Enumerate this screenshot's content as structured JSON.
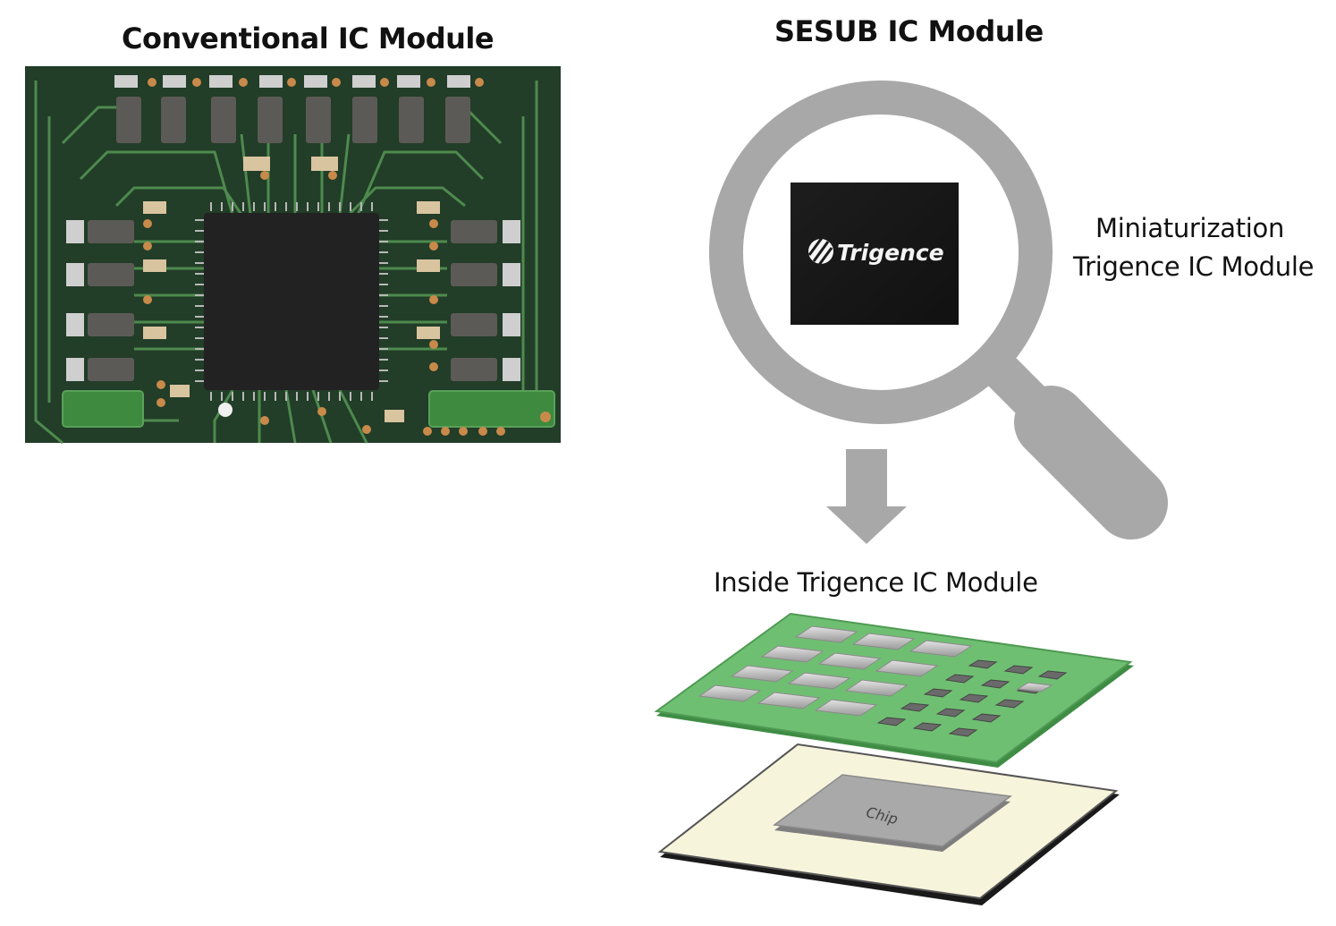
{
  "titles": {
    "conventional": "Conventional IC Module",
    "sesub": "SESUB IC Module"
  },
  "labels": {
    "miniaturization_line1": "Miniaturization",
    "miniaturization_line2": "Trigence IC Module",
    "inside": "Inside Trigence IC Module",
    "chip": "Chip",
    "brand": "Trigence"
  },
  "colors": {
    "pcb_green": "#1f3a26",
    "trace": "#4e8a4e",
    "magnifier": "#a8a8a8",
    "board_green": "#6fbf72",
    "substrate": "#f7f4dc",
    "chip_gray": "#a9a9a9"
  },
  "icons": [
    "magnifier-icon",
    "down-arrow-icon"
  ]
}
